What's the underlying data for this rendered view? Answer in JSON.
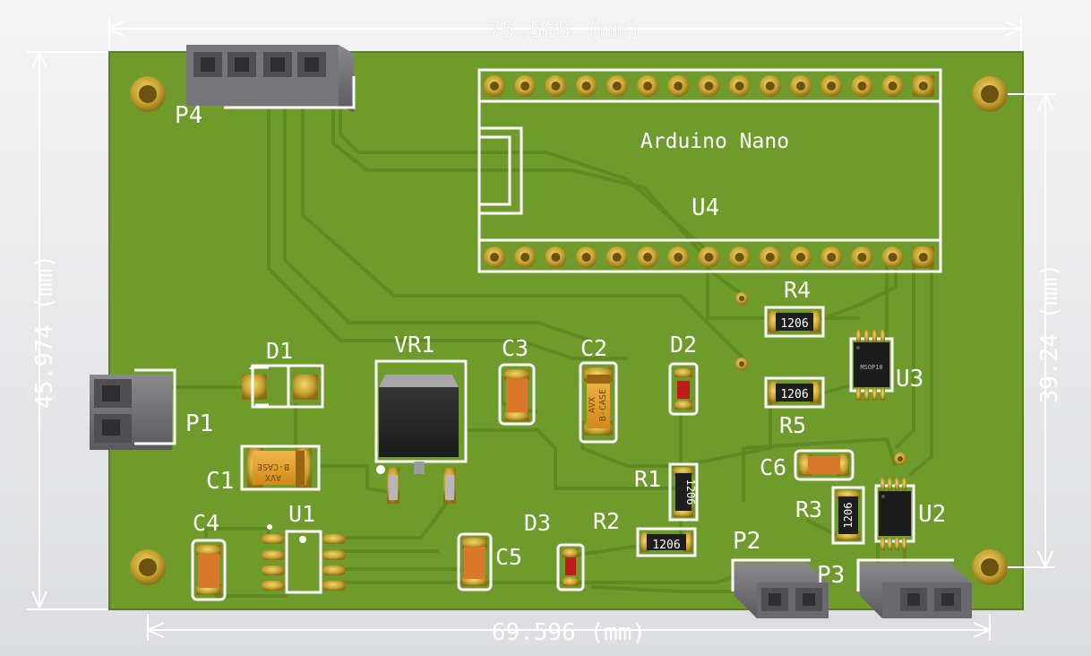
{
  "board": {
    "module_label": "Arduino Nano",
    "mark_1206": "1206",
    "tantalum_brand": "AVX",
    "tantalum_case": "B-CASE"
  },
  "refs": {
    "P1": "P1",
    "P2": "P2",
    "P3": "P3",
    "P4": "P4",
    "U1": "U1",
    "U2": "U2",
    "U3": "U3",
    "U4": "U4",
    "VR1": "VR1",
    "D1": "D1",
    "D2": "D2",
    "D3": "D3",
    "C1": "C1",
    "C2": "C2",
    "C3": "C3",
    "C4": "C4",
    "C5": "C5",
    "C6": "C6",
    "R1": "R1",
    "R2": "R2",
    "R3": "R3",
    "R4": "R4",
    "R5": "R5"
  },
  "dimensions": {
    "top_width": "75.565 (mm)",
    "bottom_width": "69.596 (mm)",
    "left_height": "45.974 (mm)",
    "right_hole_spacing": "39.24 (mm)"
  },
  "colors": {
    "pcb": "#6f9a2c",
    "copper_trace": "#5f8a22",
    "gold": "#c8a534",
    "silk": "#ffffff",
    "connector": "#6f6f72"
  }
}
